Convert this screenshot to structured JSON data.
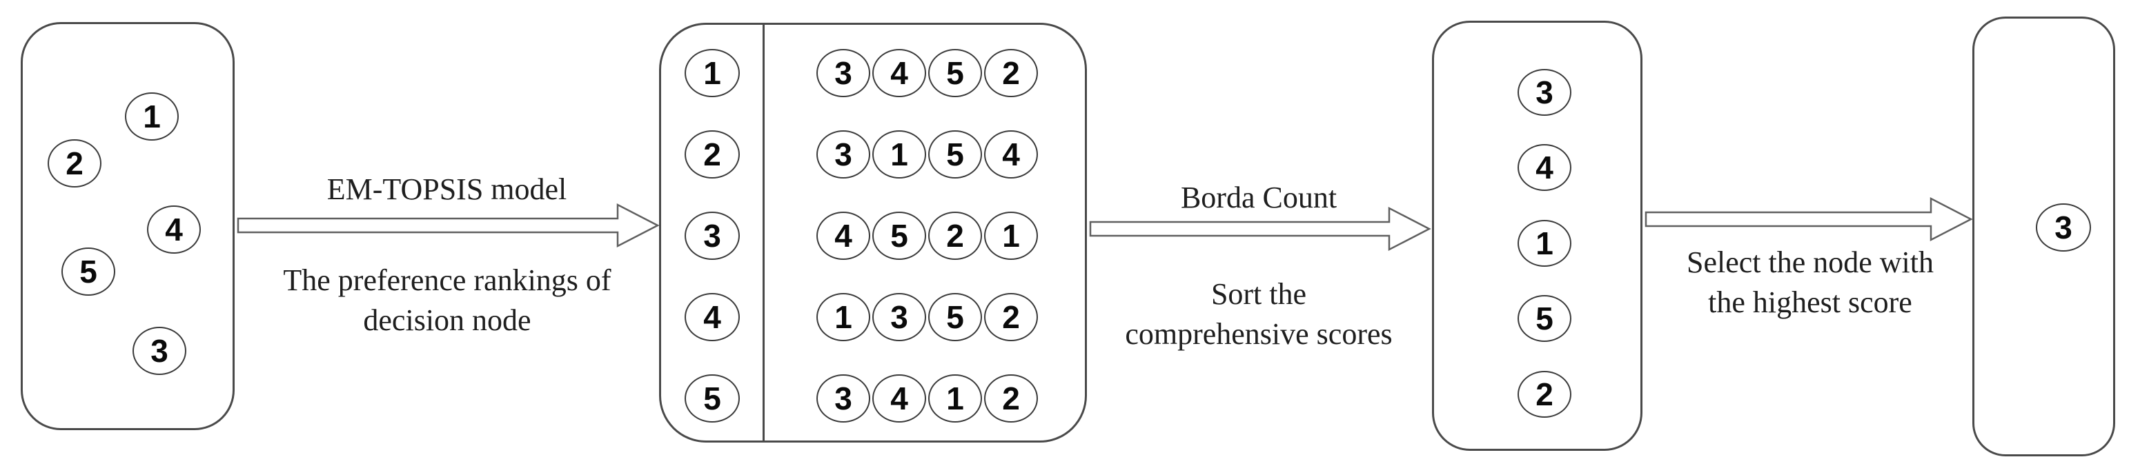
{
  "figure": {
    "type": "flow-diagram",
    "background": "#ffffff",
    "stroke_color": "#4a4a4a",
    "circle_stroke_color": "#3a3a3a",
    "arrow_stroke_color": "#5f5f5f",
    "text_color": "#1e1e1e"
  },
  "stage1": {
    "description": "scattered decision nodes",
    "nodes": [
      "1",
      "2",
      "4",
      "5",
      "3"
    ]
  },
  "arrow1": {
    "label_top": "EM-TOPSIS model",
    "label_bottom_line1": "The preference rankings of",
    "label_bottom_line2": "decision node"
  },
  "stage2": {
    "description": "preference ranking matrix",
    "left_column": [
      "1",
      "2",
      "3",
      "4",
      "5"
    ],
    "matrix": [
      [
        "3",
        "4",
        "5",
        "2"
      ],
      [
        "3",
        "1",
        "5",
        "4"
      ],
      [
        "4",
        "5",
        "2",
        "1"
      ],
      [
        "1",
        "3",
        "5",
        "2"
      ],
      [
        "3",
        "4",
        "1",
        "2"
      ]
    ]
  },
  "arrow2": {
    "label_top": "Borda Count",
    "label_bottom_line1": "Sort the",
    "label_bottom_line2": "comprehensive scores"
  },
  "stage3": {
    "description": "nodes sorted by comprehensive score",
    "sorted_nodes": [
      "3",
      "4",
      "1",
      "5",
      "2"
    ]
  },
  "arrow3": {
    "label_line1": "Select the node with",
    "label_line2": "the highest score"
  },
  "stage4": {
    "description": "selected node",
    "selected_node": "3"
  }
}
